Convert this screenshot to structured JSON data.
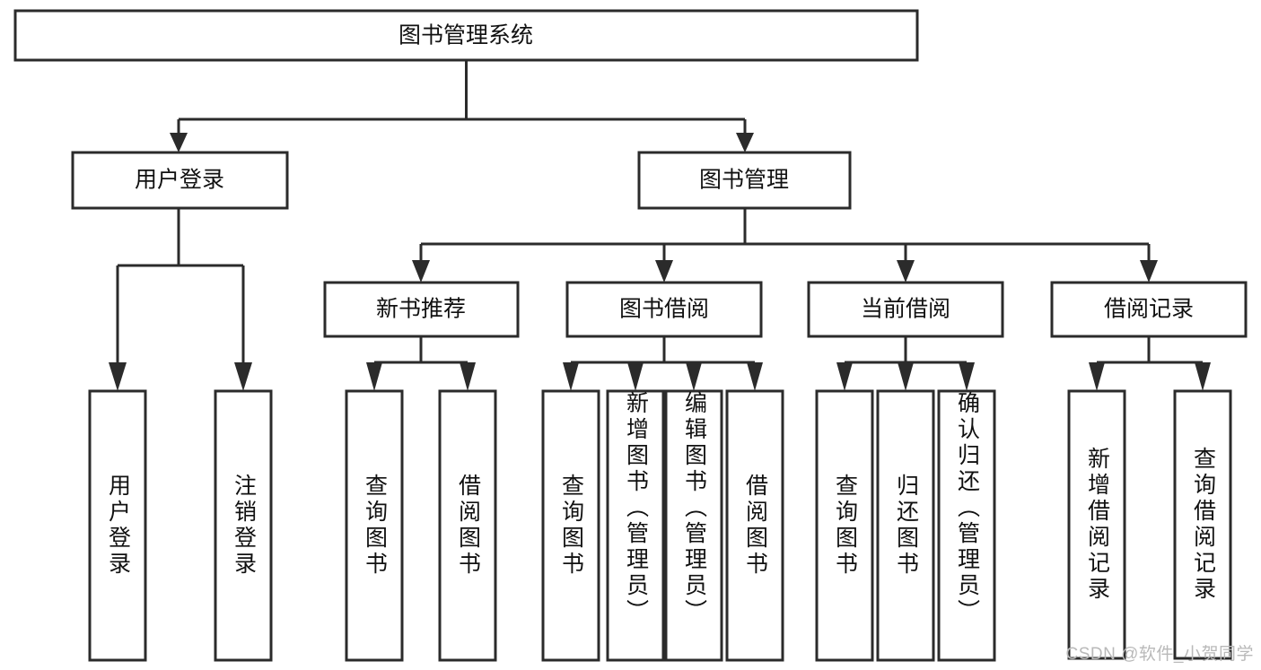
{
  "diagram": {
    "type": "tree-hierarchy",
    "title": "图书管理系统",
    "colors": {
      "stroke": "#2b2b2b",
      "fill": "#ffffff",
      "text": "#111111",
      "background": "#ffffff",
      "watermark": "#b9b9b9"
    },
    "levels": {
      "root": {
        "label": "图书管理系统"
      },
      "level2": [
        {
          "label": "用户登录"
        },
        {
          "label": "图书管理"
        }
      ],
      "level3": [
        {
          "label": "新书推荐"
        },
        {
          "label": "图书借阅"
        },
        {
          "label": "当前借阅"
        },
        {
          "label": "借阅记录"
        }
      ],
      "leaves": {
        "user_login": [
          "用户登录",
          "注销登录"
        ],
        "new_book_recommend": [
          "查询图书",
          "借阅图书"
        ],
        "book_borrow": [
          "查询图书",
          "新增图书（管理员）",
          "编辑图书（管理员）",
          "借阅图书"
        ],
        "current_borrow": [
          "查询图书",
          "归还图书",
          "确认归还（管理员）"
        ],
        "borrow_record": [
          "新增借阅记录",
          "查询借阅记录"
        ]
      }
    }
  },
  "watermark": {
    "text": "CSDN @软件_小贺同学"
  }
}
